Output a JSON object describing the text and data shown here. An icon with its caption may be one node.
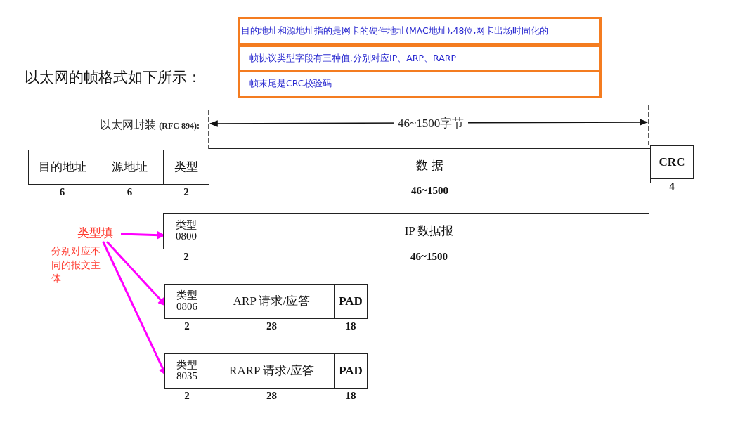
{
  "diagram": {
    "nodes": [
      {
        "text": [
          "目的地址和源地址指的是网卡的硬件地址(MAC地址),48位,网卡出场时固化的"
        ]
      },
      {
        "text": [
          "帧协议类型字段有三种值,分别对应IP、ARP、RARP"
        ]
      },
      {
        "text": [
          "帧末尾是CRC校验码"
        ]
      },
      {
        "text": [
          "目的地址"
        ],
        "beside": [
          "6"
        ]
      },
      {
        "text": [
          "源地址"
        ],
        "beside": [
          "6"
        ]
      },
      {
        "text": [
          "类型"
        ],
        "beside": [
          "2"
        ]
      },
      {
        "text": [
          "数 据"
        ],
        "beside": [
          "46~1500"
        ]
      },
      {
        "text": [
          "CRC"
        ],
        "beside": [
          "4"
        ]
      },
      {
        "text": [
          "类型",
          "0800"
        ],
        "beside": [
          "2"
        ]
      },
      {
        "text": [
          "IP 数据报"
        ],
        "beside": [
          "46~1500"
        ]
      },
      {
        "text": [
          "类型",
          "0806"
        ],
        "beside": [
          "2"
        ]
      },
      {
        "text": [
          "ARP 请求/应答"
        ],
        "beside": [
          "28"
        ]
      },
      {
        "text": [
          "PAD"
        ],
        "beside": [
          "18"
        ]
      },
      {
        "text": [
          "类型",
          "8035"
        ],
        "beside": [
          "2"
        ]
      },
      {
        "text": [
          "RARP 请求/应答"
        ],
        "beside": [
          "28"
        ]
      },
      {
        "text": [
          "PAD"
        ],
        "beside": [
          "18"
        ]
      },
      {
        "text": [
          "类型填"
        ]
      }
    ],
    "edges": [
      {
        "from": 16,
        "to": 8,
        "arrow": "to"
      },
      {
        "from": 16,
        "to": 10,
        "arrow": "to"
      },
      {
        "from": 16,
        "to": 13,
        "arrow": "to"
      }
    ],
    "labels": [
      "以太网的帧格式如下所示：",
      "以太网封装 **(RFC 894):**",
      "46~1500字节",
      "分别对应不同的报文主体"
    ]
  }
}
